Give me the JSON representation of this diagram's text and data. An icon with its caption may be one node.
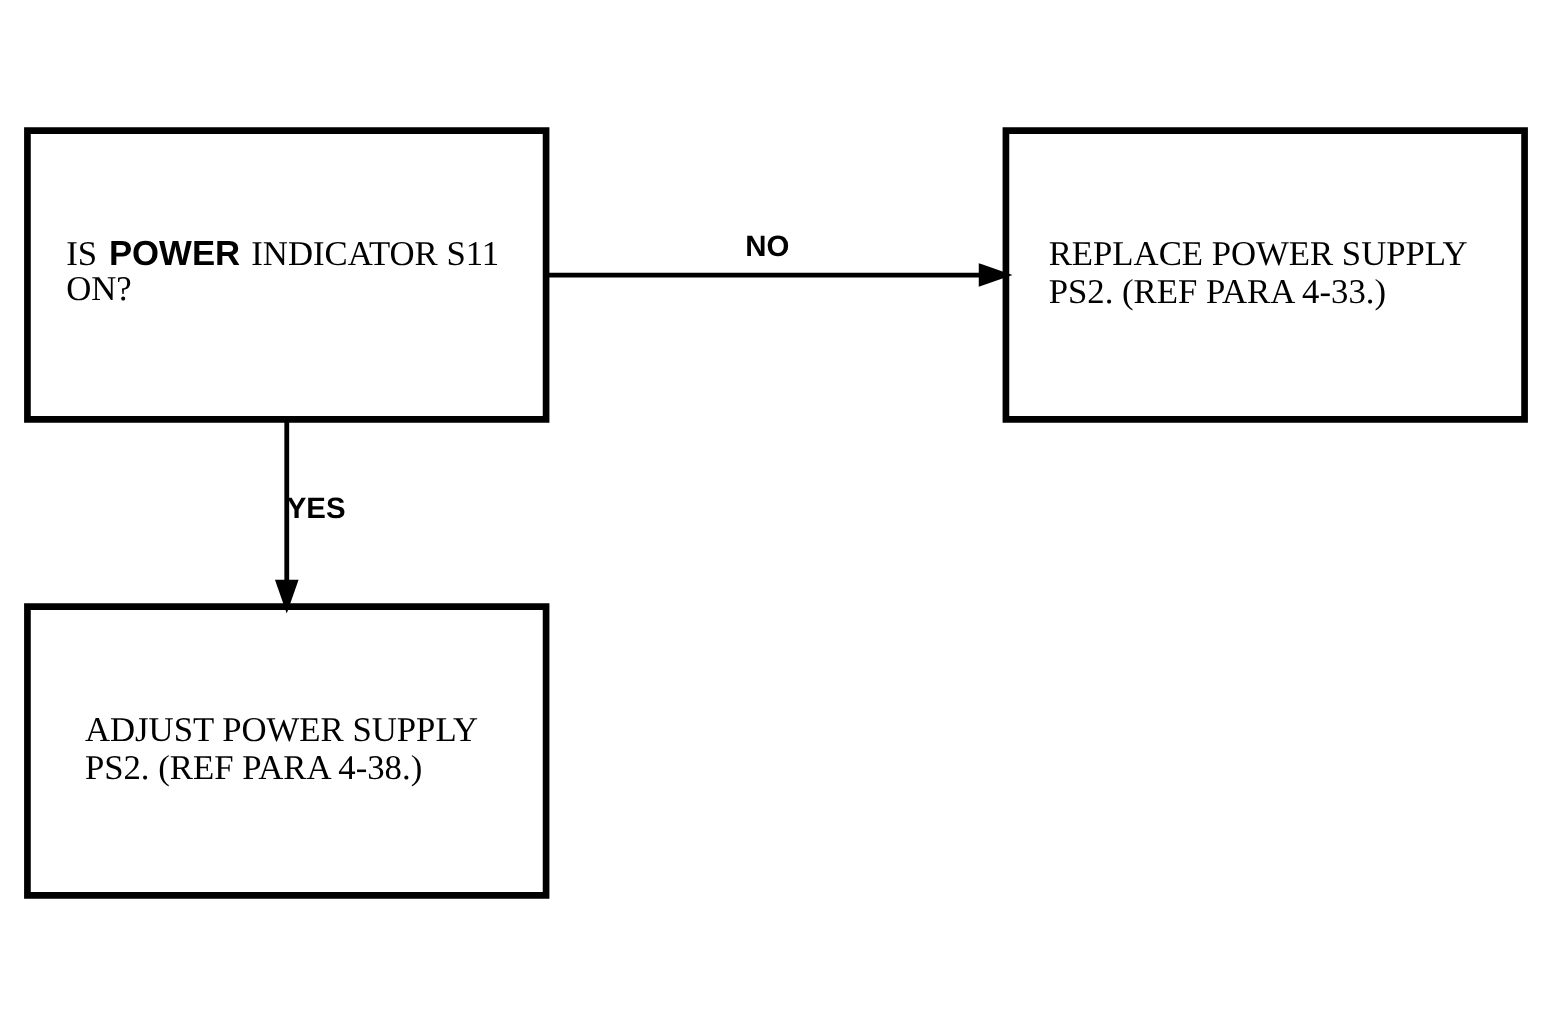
{
  "diagram": {
    "nodes": [
      {
        "text": [
          "IS **POWER** INDICATOR S11 ON?"
        ]
      },
      {
        "text": [
          "REPLACE POWER SUPPLY PS2. (REF PARA 4-33.)"
        ]
      },
      {
        "text": [
          "ADJUST POWER SUPPLY PS2. (REF PARA 4-38.)"
        ]
      }
    ],
    "edges": [
      {
        "from": 0,
        "to": 1,
        "arrow": "to",
        "label": "NO"
      },
      {
        "from": 0,
        "to": 2,
        "arrow": "to",
        "label": "YES"
      }
    ]
  }
}
